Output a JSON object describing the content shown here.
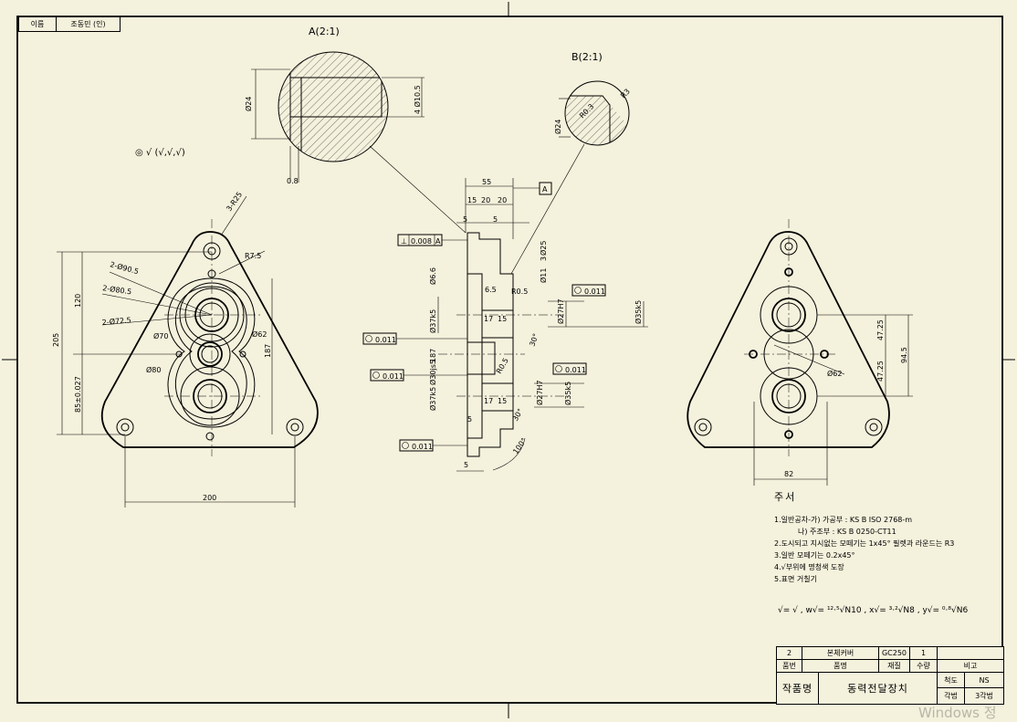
{
  "name_box": {
    "label": "이름",
    "value": "조동민 (인)"
  },
  "views": {
    "detail_a": "A(2:1)",
    "detail_b": "B(2:1)",
    "marker_a": "A"
  },
  "surface_symbol": "◎ √ (√,√,√)",
  "dims": {
    "d24_a": "Ø24",
    "d10_5": "4 Ø10.5",
    "d0_8": "0.8",
    "d24_b": "Ø24",
    "r0_3": "R0.3",
    "r3": "R3",
    "r25": "3-R25",
    "r7_5": "R7.5",
    "d90_5": "2-Ø90.5",
    "d80_5": "2-Ø80.5",
    "d72_5": "2-Ø72.5",
    "d70": "Ø70",
    "d62": "Ø62",
    "d80": "Ø80",
    "h120": "120",
    "h205": "205",
    "h85": "85±0.027",
    "h187": "187",
    "w200": "200",
    "w55": "55",
    "w15": "15",
    "w20a": "20",
    "w20b": "20",
    "w5a": "5",
    "w5b": "5",
    "tol1": "0.008",
    "tol_a": "A",
    "d6_6": "Ø6.6",
    "d11": "Ø11",
    "d25": "Ø25",
    "d3": "3",
    "d37k5a": "Ø37k5",
    "d30js5": "Ø30js5",
    "d37k5b": "Ø37k5",
    "h187s": "187",
    "d27h7a": "Ø27H7",
    "d35k5a": "Ø35k5",
    "d27h7b": "Ø27H7",
    "d35k5b": "Ø35k5",
    "r0_5a": "R0.5",
    "r0_5b": "R0.5",
    "a30a": "30°",
    "a30b": "30°",
    "a100": "100°",
    "s17a": "17",
    "s17b": "17",
    "s15": "15",
    "s15b": "15",
    "s5c": "5",
    "s6_5": "6.5",
    "s5d": "5",
    "tol011a": "0.011",
    "tol011b": "0.011",
    "tol011c": "0.011",
    "tol011d": "0.011",
    "tol011e": "0.011",
    "rv47a": "47.25",
    "rv47b": "47.25",
    "rv94": "94.5",
    "rv62": "Ø62",
    "rv82": "82"
  },
  "notes": {
    "title": "주서",
    "lines": [
      "1.일반공차-가) 가공부 : KS B ISO 2768-m",
      "나) 주조부 : KS B 0250-CT11",
      "2.도시되고 지시없는 모떼기는 1x45° 필렛과 라운드는 R3",
      "3.일반 모떼기는 0.2x45°",
      "4.√부위에 명청색 도장",
      "5.표면 거칠기"
    ],
    "roughness": "√= √ ,  w√= ¹²·⁵√N10 ,  x√= ³·²√N8 ,  y√= ⁰·⁸√N6"
  },
  "title_block": {
    "row1": [
      "2",
      "본체커버",
      "GC250",
      "1",
      ""
    ],
    "row2": [
      "품번",
      "품명",
      "재질",
      "수량",
      "비고"
    ],
    "project_label": "작품명",
    "project_name": "동력전달장치",
    "scale_label": "척도",
    "scale_value": "NS",
    "angle_label": "각법",
    "angle_value": "3각법"
  },
  "watermark": "Windows 정"
}
